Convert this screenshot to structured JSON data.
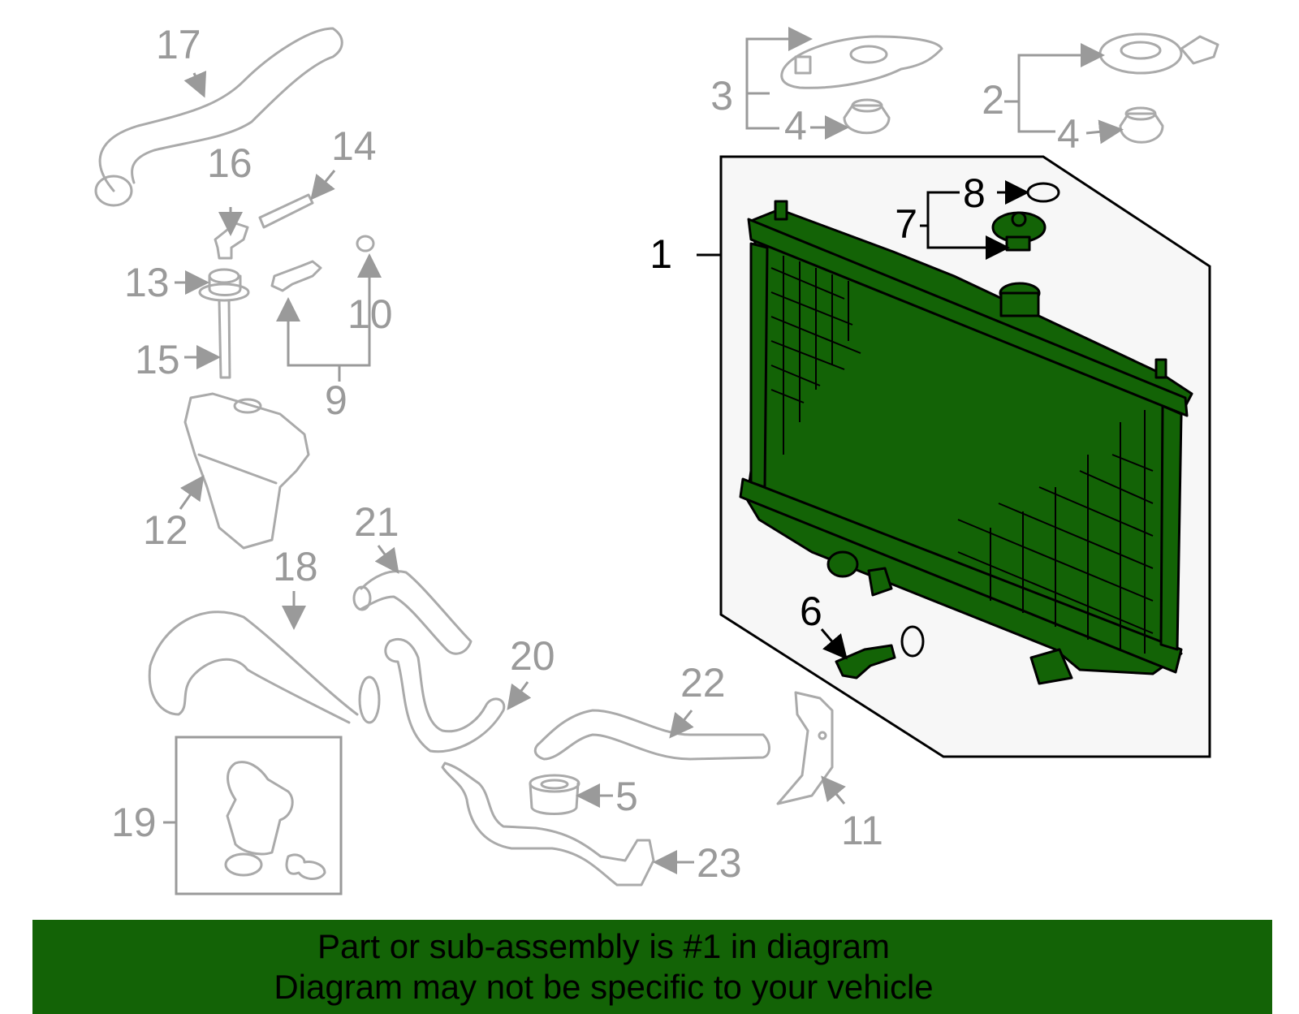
{
  "callouts": {
    "c1": "1",
    "c2": "2",
    "c3": "3",
    "c4a": "4",
    "c4b": "4",
    "c5": "5",
    "c6": "6",
    "c7": "7",
    "c8": "8",
    "c9": "9",
    "c10": "10",
    "c11": "11",
    "c12": "12",
    "c13": "13",
    "c14": "14",
    "c15": "15",
    "c16": "16",
    "c17": "17",
    "c18": "18",
    "c19": "19",
    "c20": "20",
    "c21": "21",
    "c22": "22",
    "c23": "23"
  },
  "colors": {
    "highlight": "#136306",
    "linework": "#aaaaaa",
    "background": "#ffffff"
  },
  "footer": {
    "line1": "Part or sub-assembly is #1 in diagram",
    "line2": "Diagram may not be specific to your vehicle"
  }
}
